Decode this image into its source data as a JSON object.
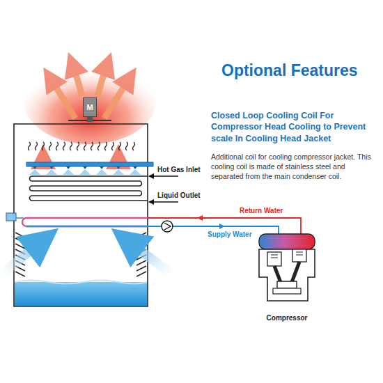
{
  "diagram": {
    "title": "Optional Features",
    "nodes": [
      {
        "text": [
          "M"
        ]
      },
      {
        "text": [
          "Compressor"
        ]
      }
    ],
    "labels": [
      "Closed Loop Cooling Coil For Compressor Head Cooling to Prevent scale In Cooling Head Jacket",
      "Additional coil for cooling compressor jacket. This cooling coil is made of stainless steel and separated from the main condenser coil.",
      "Hot Gas Inlet",
      "Liquid Outlet",
      "Return Water",
      "Supply Water"
    ]
  }
}
